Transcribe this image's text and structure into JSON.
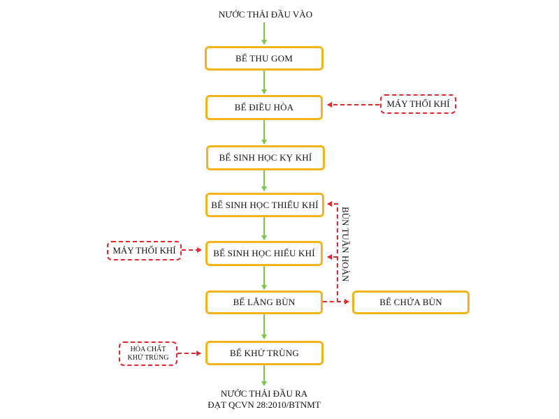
{
  "diagram": {
    "input_label": "NƯỚC THẢI ĐẦU VÀO",
    "output_label_line1": "NƯỚC THẢI ĐẦU RA",
    "output_label_line2": "ĐẠT QCVN 28:2010/BTNMT",
    "process_boxes": [
      {
        "label": "BỂ THU GOM"
      },
      {
        "label": "BỂ ĐIỀU HÒA"
      },
      {
        "label": "BỂ SINH HỌC KỴ KHÍ"
      },
      {
        "label": "BỂ SINH HỌC THIẾU KHÍ"
      },
      {
        "label": "BỂ SINH HỌC HIẾU KHÍ"
      },
      {
        "label": "BỂ LẮNG BÙN"
      },
      {
        "label": "BỂ KHỬ TRÙNG"
      }
    ],
    "sludge_tank": {
      "label": "BỂ CHỨA BÙN"
    },
    "blower_right": {
      "label": "MÁY THỔI KHÍ"
    },
    "blower_left": {
      "label": "MÁY THỔI KHÍ"
    },
    "chemical": {
      "line1": "HÓA CHẤT",
      "line2": "KHỬ TRÙNG"
    },
    "recirculation_label": "BÙN TUẦN HOÀN",
    "colors": {
      "box_border": "#f2b418",
      "flow_arrow": "#7ac943",
      "dashed_line": "#e8252a"
    }
  }
}
